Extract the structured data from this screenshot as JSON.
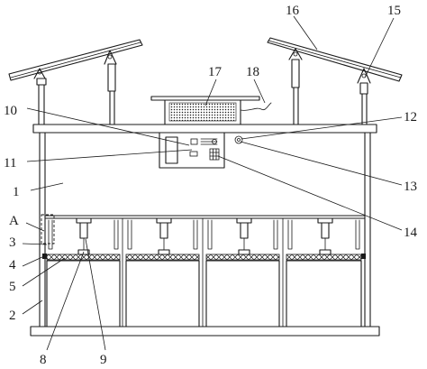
{
  "callouts": [
    {
      "id": "1"
    },
    {
      "id": "2"
    },
    {
      "id": "3"
    },
    {
      "id": "4"
    },
    {
      "id": "5"
    },
    {
      "id": "8"
    },
    {
      "id": "9"
    },
    {
      "id": "10"
    },
    {
      "id": "11"
    },
    {
      "id": "12"
    },
    {
      "id": "13"
    },
    {
      "id": "14"
    },
    {
      "id": "15"
    },
    {
      "id": "16"
    },
    {
      "id": "17"
    },
    {
      "id": "18"
    },
    {
      "id": "A"
    }
  ]
}
